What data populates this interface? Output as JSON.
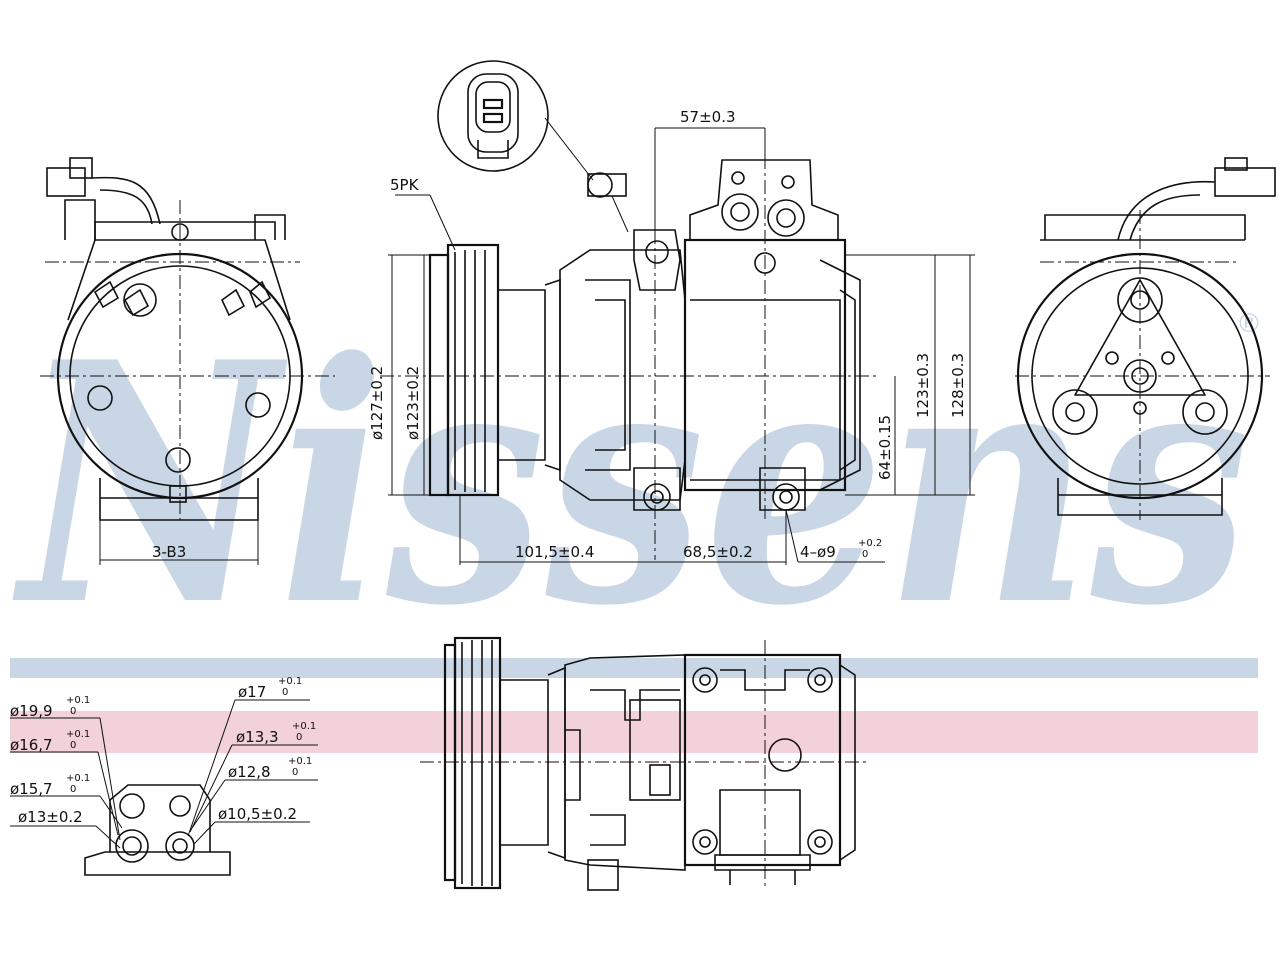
{
  "watermark": {
    "text": "Nissens",
    "color": "#c9d6e6",
    "registered_mark": "®"
  },
  "bands": {
    "blue": "#c9d6e6",
    "pink": "#f2d2d8"
  },
  "labels": {
    "belt": "5PK",
    "d127": "ø127±0.2",
    "d123": "ø123±0.2",
    "h123": "123±0.3",
    "h128": "128±0.3",
    "h64": "64±0.15",
    "w57": "57±0.3",
    "w101": "101,5±0.4",
    "w68": "68,5±0.2",
    "holes_main": "4–ø9",
    "holes_tol_upper": "+0.2",
    "holes_tol_lower": "0",
    "bolt_pattern": "3-B3"
  },
  "ports": [
    {
      "main": "ø19,9",
      "upper": "+0.1",
      "lower": "0"
    },
    {
      "main": "ø16,7",
      "upper": "+0.1",
      "lower": "0"
    },
    {
      "main": "ø15,7",
      "upper": "+0.1",
      "lower": "0"
    },
    {
      "main": "ø13±0.2",
      "upper": "",
      "lower": ""
    },
    {
      "main": "ø17",
      "upper": "+0.1",
      "lower": "0"
    },
    {
      "main": "ø13,3",
      "upper": "+0.1",
      "lower": "0"
    },
    {
      "main": "ø12,8",
      "upper": "+0.1",
      "lower": "0"
    },
    {
      "main": "ø10,5±0.2",
      "upper": "",
      "lower": ""
    }
  ]
}
